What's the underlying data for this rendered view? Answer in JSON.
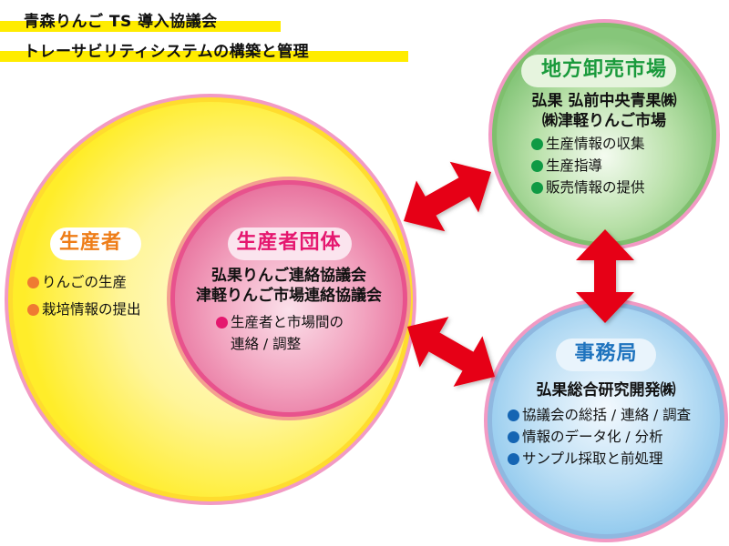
{
  "title": {
    "line1": "青森りんご TS 導入協議会",
    "line2": "トレーサビリティシステムの構築と管理",
    "highlight_color": "#ffec00"
  },
  "producer": {
    "label": "生産者",
    "label_color": "#ee7d18",
    "bullet_color": "#ef7a32",
    "items": [
      "りんごの生産",
      "栽培情報の提出"
    ]
  },
  "producer_group": {
    "label": "生産者団体",
    "label_color": "#e5176f",
    "bullet_color": "#e5176f",
    "orgs": [
      "弘果りんご連絡協議会",
      "津軽りんご市場連絡協議会"
    ],
    "items": [
      {
        "text": "生産者と市場間の",
        "continuation": "連絡 / 調整"
      }
    ]
  },
  "market": {
    "label": "地方卸売市場",
    "label_color": "#1a9a3c",
    "bullet_color": "#0f9a44",
    "orgs": [
      "弘果 弘前中央青果㈱",
      "㈱津軽りんご市場"
    ],
    "items": [
      "生産情報の収集",
      "生産指導",
      "販売情報の提供"
    ]
  },
  "secretariat": {
    "label": "事務局",
    "label_color": "#1e73be",
    "bullet_color": "#1565b3",
    "orgs": [
      "弘果総合研究開発㈱"
    ],
    "items": [
      "協議会の総括 / 連絡 / 調査",
      "情報のデータ化 / 分析",
      "サンプル採取と前処理"
    ]
  },
  "arrows": {
    "color": "#e60012",
    "links": [
      "producer_group ↔ market",
      "producer_group ↔ secretariat",
      "market ↔ secretariat"
    ]
  }
}
